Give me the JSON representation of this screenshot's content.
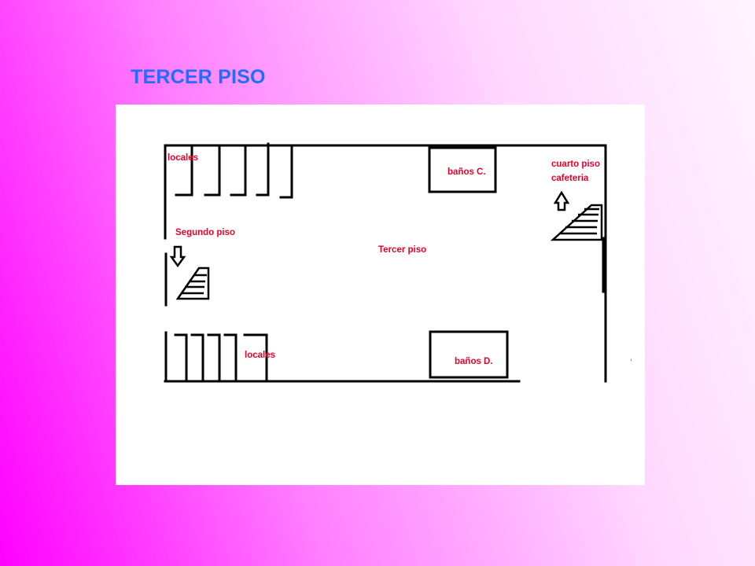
{
  "title": "TERCER PISO",
  "plan": {
    "center_label": "Tercer piso",
    "locales_top": "locales",
    "locales_bottom": "locales",
    "stairs_down_label": "Segundo piso",
    "stairs_up_label_1": "cuarto piso",
    "stairs_up_label_2": "cafeteria",
    "bath_top": "baños C.",
    "bath_bottom": "baños D."
  },
  "colors": {
    "title": "#1f6fff",
    "labels": "#e8002a",
    "background_gradient": [
      "#ff00ff",
      "#fff5ff"
    ]
  }
}
